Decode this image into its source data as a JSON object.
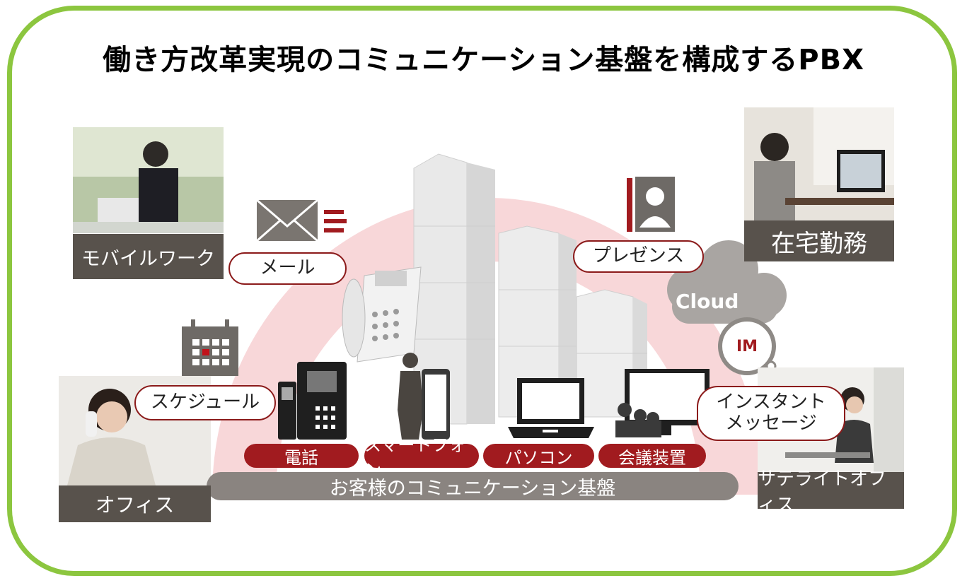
{
  "title": "働き方改革実現のコミュニケーション基盤を構成するPBX",
  "photos": {
    "mobile": "モバイルワーク",
    "home": "在宅勤務",
    "office": "オフィス",
    "satellite": "サテライトオフィス"
  },
  "features": {
    "mail": "メール",
    "presence": "プレゼンス",
    "schedule": "スケジュール",
    "instant_line1": "インスタント",
    "instant_line2": "メッセージ"
  },
  "devices": [
    "電話",
    "スマートフォン",
    "パソコン",
    "会議装置"
  ],
  "base": "お客様のコミュニケーション基盤",
  "cloud": "Cloud",
  "im": "IM",
  "colors": {
    "frame": "#8cc63f",
    "accent": "#a11b1f",
    "arc": "#f7d4d6",
    "label_bg": "#58524c"
  }
}
